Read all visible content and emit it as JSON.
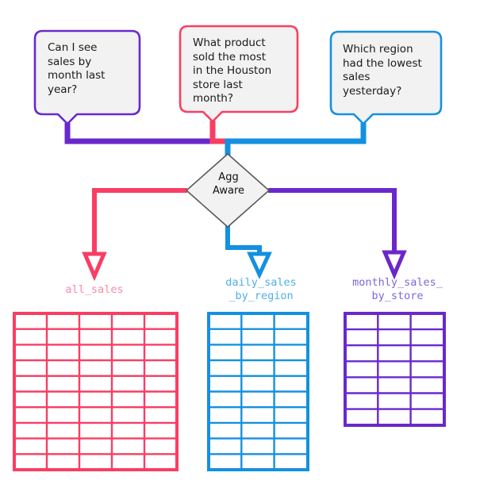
{
  "diagram": {
    "title": "Agg Aware query routing diagram",
    "bubbles": [
      {
        "name": "question-monthly-sales",
        "text": "Can I see\nsales by\nmonth last\nyear?",
        "color": "#6A28CC"
      },
      {
        "name": "question-houston-product",
        "text": "What product\nsold the most\nin the Houston\nstore last\nmonth?",
        "color": "#F93E63"
      },
      {
        "name": "question-lowest-region",
        "text": "Which region\nhad the lowest\nsales\nyesterday?",
        "color": "#1490E0"
      }
    ],
    "decision": {
      "name": "agg-aware",
      "label": "Agg\nAware",
      "fill": "#F2F2F2",
      "stroke": "#5A5A5A"
    },
    "outputs": [
      {
        "name": "all-sales",
        "label": "all_sales",
        "label_color": "#F98BA6",
        "edge_color": "#F93E63",
        "table_color": "#F93E63",
        "columns": 5,
        "rows": 10
      },
      {
        "name": "daily-sales-by-region",
        "label": "daily_sales\n_by_region",
        "label_color": "#4FAEEA",
        "edge_color": "#1490E0",
        "table_color": "#1490E0",
        "columns": 3,
        "rows": 10
      },
      {
        "name": "monthly-sales-by-store",
        "label": "monthly_sales_\nby_store",
        "label_color": "#8265D8",
        "edge_color": "#6A28CC",
        "table_color": "#6A28CC",
        "columns": 3,
        "rows": 7
      }
    ],
    "colors": {
      "purple": "#6A28CC",
      "pink": "#F93E63",
      "blue": "#1490E0",
      "bubble_fill": "#F2F2F2",
      "background": "#FFFFFF"
    }
  }
}
